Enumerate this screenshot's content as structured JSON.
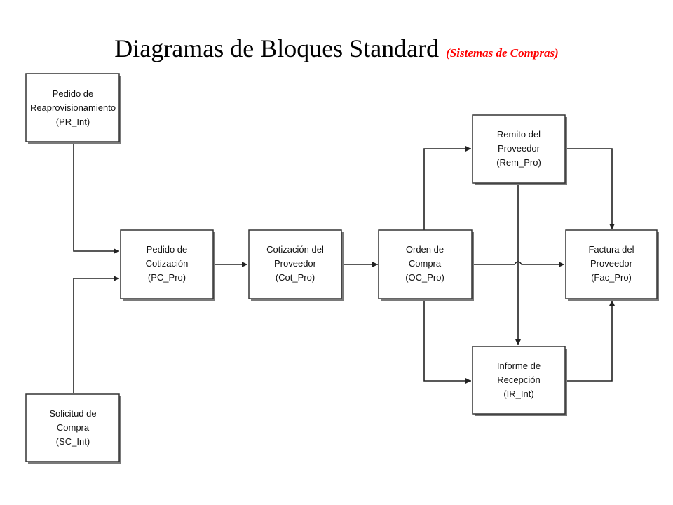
{
  "title": {
    "main": "Diagramas  de Bloques Standard",
    "sub": "(Sistemas de Compras)"
  },
  "blocks": {
    "pr_int": [
      "Pedido de",
      "Reaprovisionamiento",
      "(PR_Int)"
    ],
    "sc_int": [
      "Solicitud de",
      "Compra",
      "(SC_Int)"
    ],
    "pc_pro": [
      "Pedido de",
      "Cotización",
      "(PC_Pro)"
    ],
    "cot_pro": [
      "Cotización del",
      "Proveedor",
      "(Cot_Pro)"
    ],
    "oc_pro": [
      "Orden de",
      "Compra",
      "(OC_Pro)"
    ],
    "rem_pro": [
      "Remito del",
      "Proveedor",
      "(Rem_Pro)"
    ],
    "ir_int": [
      "Informe de",
      "Recepción",
      "(IR_Int)"
    ],
    "fac_pro": [
      "Factura del",
      "Proveedor",
      "(Fac_Pro)"
    ]
  },
  "colors": {
    "title": "#000000",
    "subtitle": "#ff0000",
    "box_border": "#333333",
    "shadow": "#7a7a7a",
    "connector": "#222222"
  }
}
